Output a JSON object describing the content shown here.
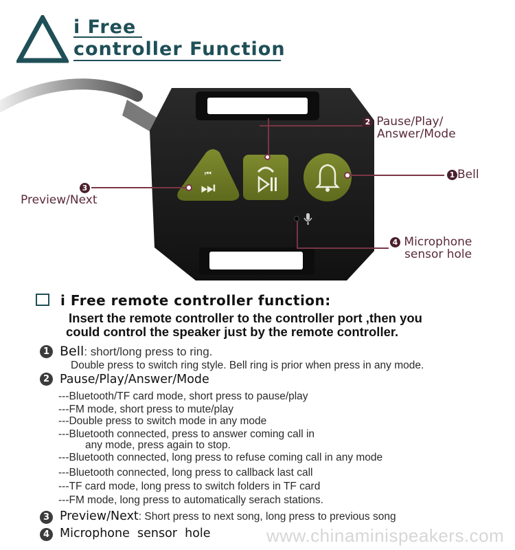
{
  "header": {
    "title_line1": "i Free",
    "title_line2": "controller Function"
  },
  "device": {
    "btn_preview_icon": "skip-next-icon",
    "btn_play_icon": "phone-play-pause-icon",
    "btn_bell_icon": "bell-icon",
    "mic_icon": "microphone-icon",
    "colors": {
      "body": "#1a1a1a",
      "button": "#6e7a25",
      "icon": "#f2f2ea"
    }
  },
  "callouts": {
    "pause": {
      "num": "2",
      "line1": "Pause/Play/",
      "line2": "Answer/Mode"
    },
    "bell": {
      "num": "1",
      "label": "Bell"
    },
    "preview": {
      "num": "3",
      "label": "Preview/Next"
    },
    "mic": {
      "num": "4",
      "line1": "Microphone",
      "line2": "sensor hole"
    }
  },
  "section": {
    "title": "i Free remote controller function:",
    "intro_line1": "Insert the remote controller to the controller port ,then you",
    "intro_line2": "could control the speaker just by the remote controller."
  },
  "items": {
    "bell": {
      "num": "1",
      "title": "Bell",
      "short": ": short/long press to ring.",
      "detail": "Double press to switch ring style. Bell ring is prior when press in any mode."
    },
    "pause": {
      "num": "2",
      "title": "Pause/Play/Answer/Mode",
      "lines": [
        "---Bluetooth/TF card mode, short press to pause/play",
        "---FM mode, short press to mute/play",
        "---Double press to switch mode in any mode",
        "---Bluetooth connected, press to answer coming call in",
        "any mode, press again to stop.",
        "---Bluetooth connected, long press to refuse coming call in any mode",
        "---Bluetooth connected, long press to callback last call",
        "---TF card mode, long press to switch folders in TF card",
        "---FM mode, long press to automatically serach stations."
      ]
    },
    "preview": {
      "num": "3",
      "title": "Preview/Next",
      "detail": ": Short press to next song, long press to previous song"
    },
    "mic": {
      "num": "4",
      "title": "Microphone  sensor  hole"
    }
  },
  "watermark": "www.chinaminispeakers.com"
}
